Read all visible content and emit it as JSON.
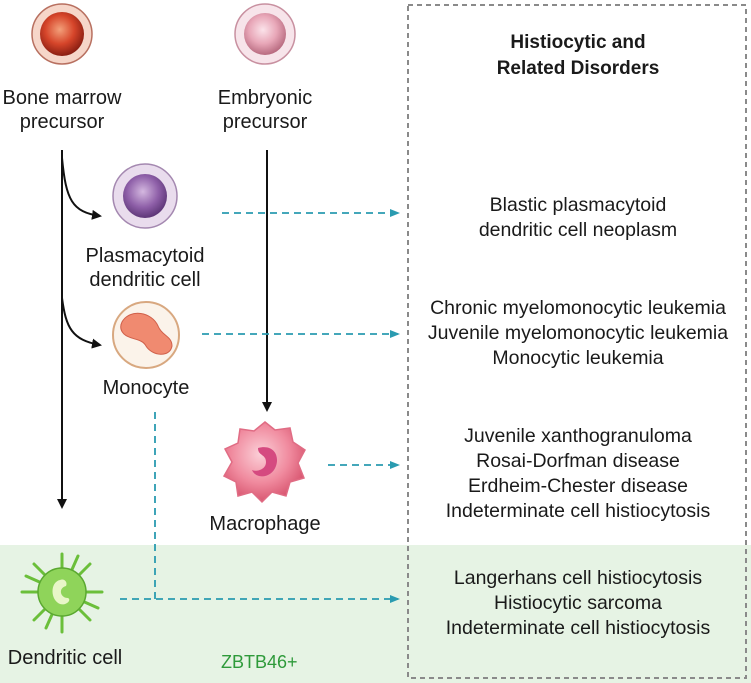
{
  "panel_title": [
    "Histiocytic and",
    "Related Disorders"
  ],
  "cells": {
    "bone_marrow": [
      "Bone marrow",
      "precursor"
    ],
    "embryonic": [
      "Embryonic",
      "precursor"
    ],
    "plasmacytoid": [
      "Plasmacytoid",
      "dendritic cell"
    ],
    "monocyte": [
      "Monocyte"
    ],
    "macrophage": [
      "Macrophage"
    ],
    "dendritic": [
      "Dendritic cell"
    ]
  },
  "marker_label": "ZBTB46+",
  "disorders": {
    "plasmacytoid": [
      "Blastic plasmacytoid",
      "dendritic cell neoplasm"
    ],
    "monocyte": [
      "Chronic myelomonocytic leukemia",
      "Juvenile myelomonocytic leukemia",
      "Monocytic leukemia"
    ],
    "macrophage": [
      "Juvenile xanthogranuloma",
      "Rosai-Dorfman disease",
      "Erdheim-Chester disease",
      "Indeterminate cell histiocytosis"
    ],
    "dendritic": [
      "Langerhans cell histiocytosis",
      "Histiocytic sarcoma",
      "Indeterminate cell histiocytosis"
    ]
  },
  "colors": {
    "dashed_arrow": "#2a9bb0",
    "solid_arrow": "#111111",
    "green_band": "#e6f3e4",
    "panel_border": "#8a8a8a",
    "marker_text": "#2e9a3a"
  }
}
